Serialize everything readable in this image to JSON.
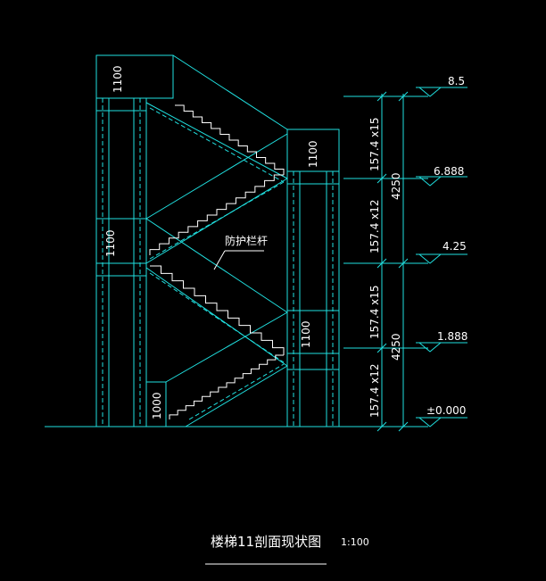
{
  "drawing": {
    "title": "楼梯11剖面现状图",
    "scale": "1:100",
    "callout": "防护栏杆"
  },
  "elevations": [
    "8.5",
    "6.888",
    "4.25",
    "1.888",
    "±0.000"
  ],
  "dimensions": {
    "flight_upper_top": "157.4 x15",
    "flight_upper_bottom": "157.4 x12",
    "flight_lower_top": "157.4 x15",
    "flight_lower_bottom": "157.4 x12",
    "storey_upper": "4250",
    "storey_lower": "4250"
  },
  "rail_heights": {
    "top_left": "1100",
    "top_right": "1100",
    "mid_left": "1100",
    "mid_right": "1100",
    "bottom_left": "1000"
  },
  "colors": {
    "background": "#000000",
    "linework": "#20e0e0",
    "text": "#ffffff"
  }
}
